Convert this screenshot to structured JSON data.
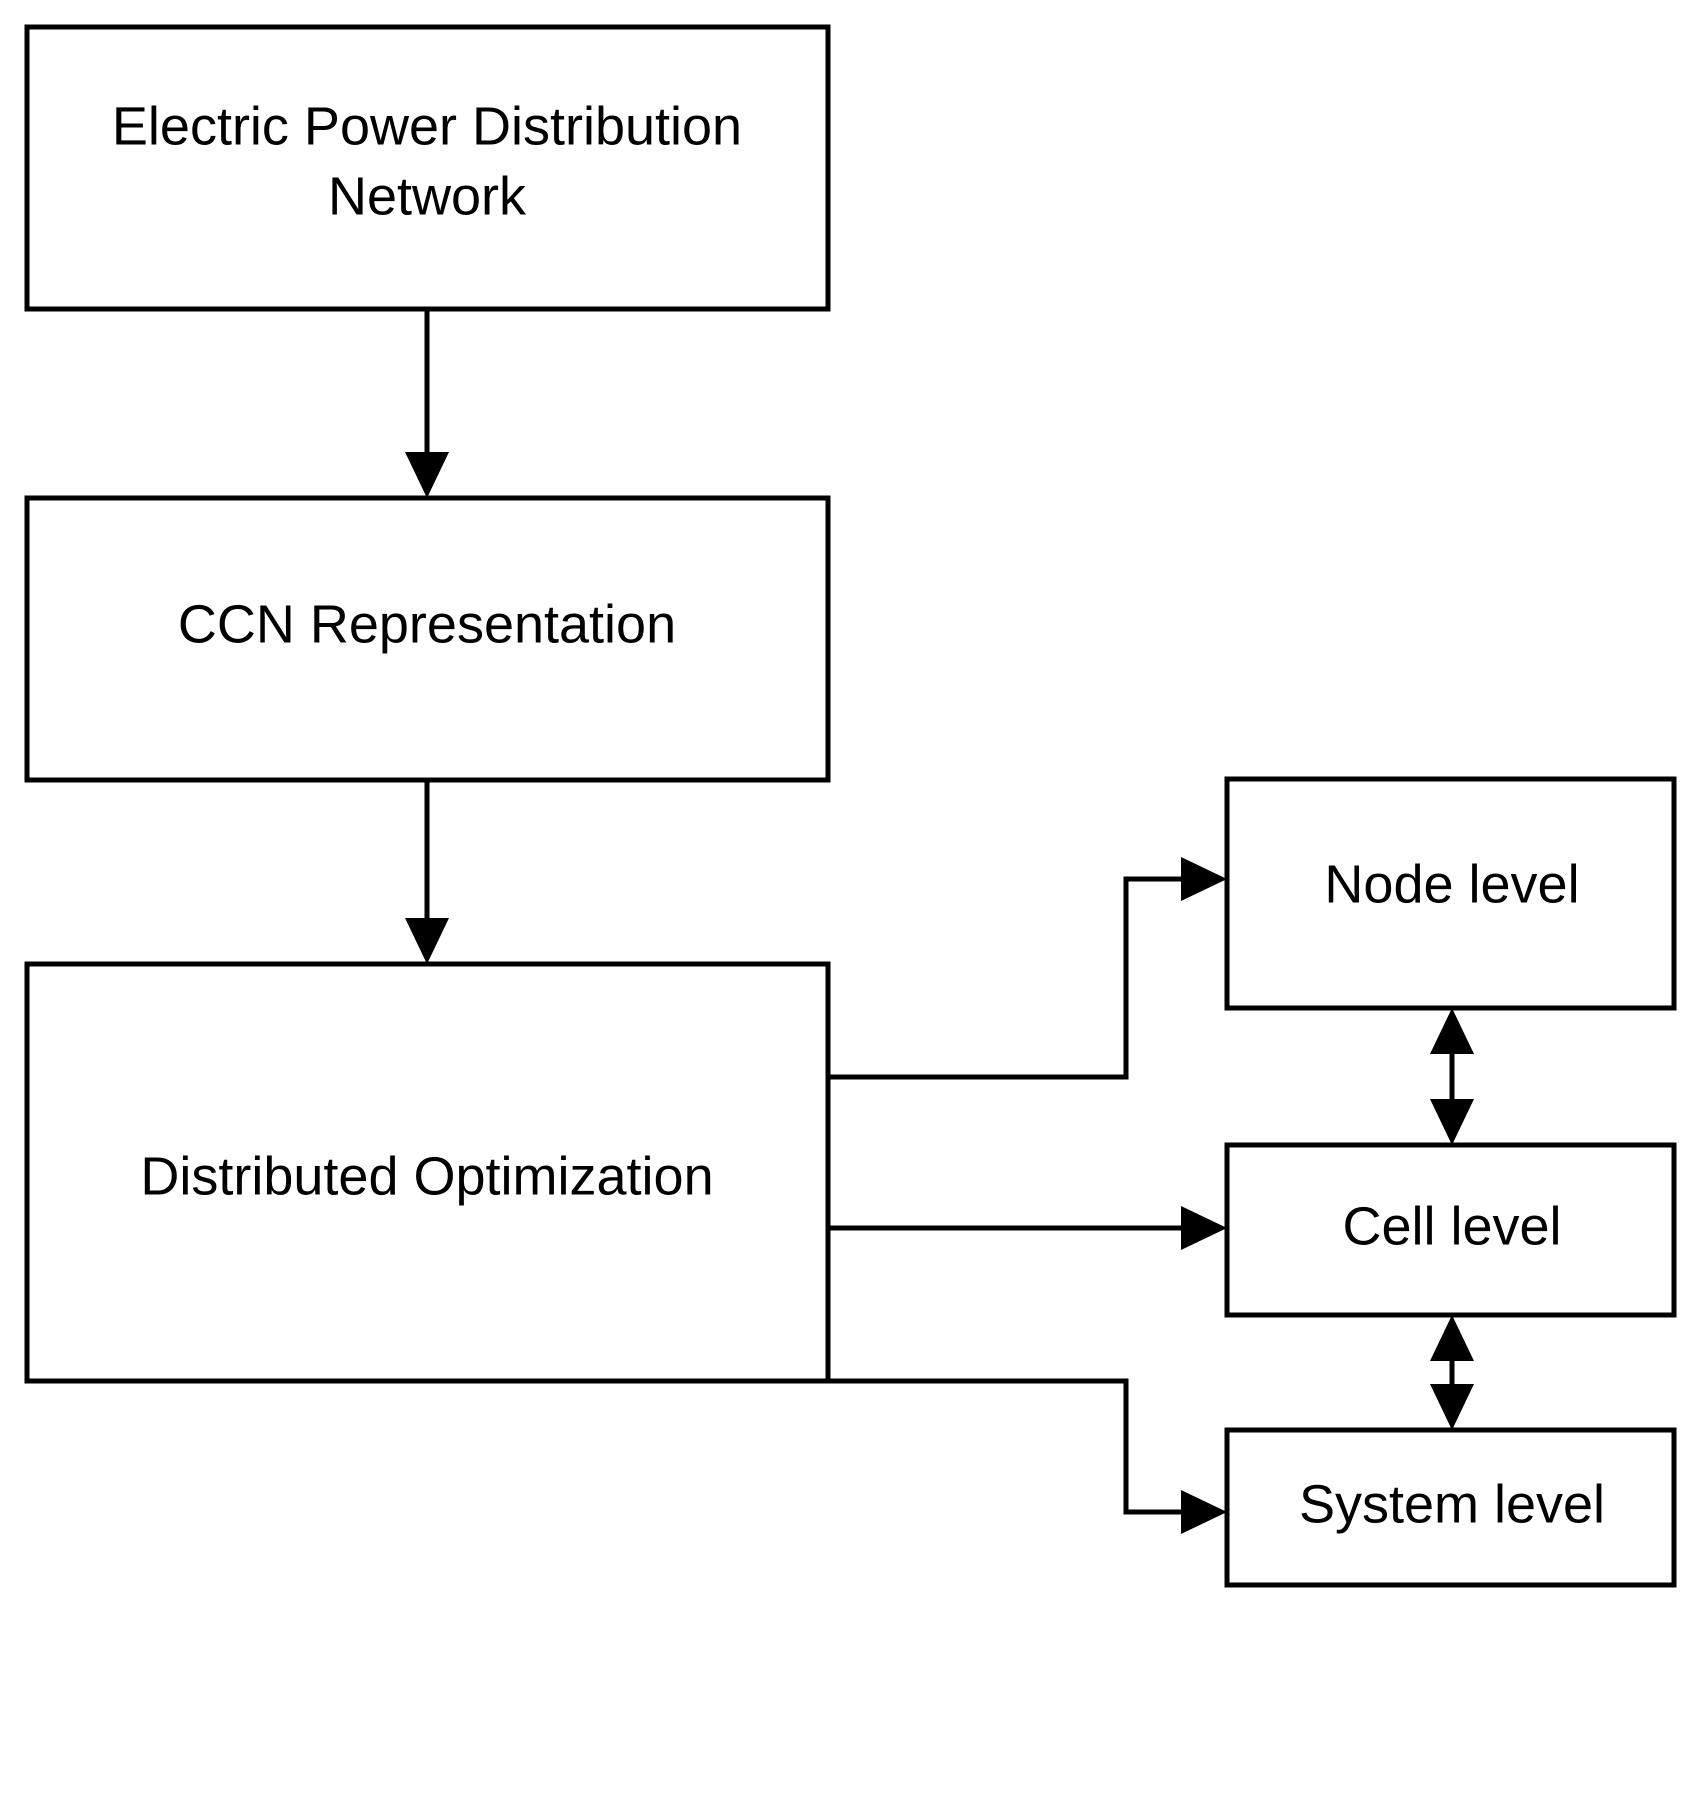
{
  "diagram": {
    "title": "Hierarchical distributed optimization flow for an electric power distribution network",
    "background_color": "#ffffff",
    "line_color": "#000000",
    "box_fill_color": "#ffffff",
    "nodes": [
      {
        "id": "epdn",
        "label": "Electric Power Distribution Network",
        "label_line1": "Electric Power Distribution",
        "label_line2": "Network",
        "font_size": 54
      },
      {
        "id": "ccn",
        "label": "CCN Representation",
        "label_line1": "CCN Representation",
        "label_line2": "",
        "font_size": 54
      },
      {
        "id": "distopt",
        "label": "Distributed Optimization",
        "label_line1": "Distributed Optimization",
        "label_line2": "",
        "font_size": 54
      },
      {
        "id": "node-level",
        "label": "Node level",
        "label_line1": "Node level",
        "label_line2": "",
        "font_size": 54
      },
      {
        "id": "cell-level",
        "label": "Cell level",
        "label_line1": "Cell level",
        "label_line2": "",
        "font_size": 54
      },
      {
        "id": "system-level",
        "label": "System level",
        "label_line1": "System level",
        "label_line2": "",
        "font_size": 54
      }
    ],
    "edges": [
      {
        "id": "epdn-to-ccn",
        "from": "epdn",
        "to": "ccn",
        "style": "single-arrow-down"
      },
      {
        "id": "ccn-to-distopt",
        "from": "ccn",
        "to": "distopt",
        "style": "single-arrow-down"
      },
      {
        "id": "distopt-to-node",
        "from": "distopt",
        "to": "node-level",
        "style": "elbow-arrow-right-up"
      },
      {
        "id": "distopt-to-cell",
        "from": "distopt",
        "to": "cell-level",
        "style": "straight-arrow-right"
      },
      {
        "id": "distopt-to-system",
        "from": "distopt",
        "to": "system-level",
        "style": "elbow-arrow-right-down"
      },
      {
        "id": "node-cell-bidir",
        "from": "node-level",
        "to": "cell-level",
        "style": "double-arrow-vertical"
      },
      {
        "id": "cell-system-bidir",
        "from": "cell-level",
        "to": "system-level",
        "style": "double-arrow-vertical"
      }
    ]
  }
}
